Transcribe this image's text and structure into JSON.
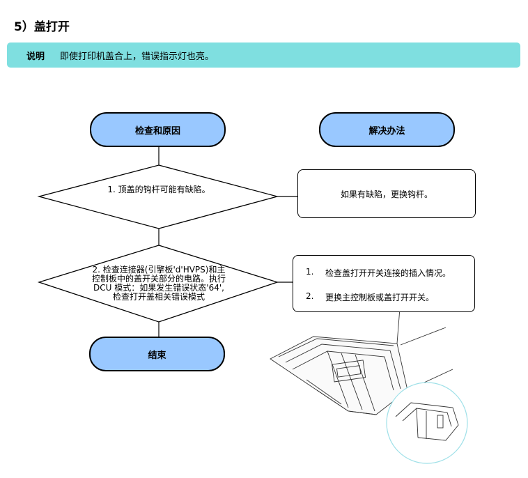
{
  "section_heading": "5）盖打开",
  "note": {
    "label": "说明",
    "text": "即使打印机盖合上，错误指示灯也亮。"
  },
  "flow": {
    "check_header": "检查和原因",
    "solution_header": "解决办法",
    "end_label": "结束",
    "step1_check": "1.  顶盖的钩杆可能有缺陷。",
    "step1_solution": "如果有缺陷，更换钩杆。",
    "step2_check_lines": [
      "2.  检查连接器(引擎板'd'HVPS)和主",
      "控制板中的盖开关部分的电路。执行",
      "DCU 模式：如果发生错误状态'64',",
      "检查打开盖相关错误模式"
    ],
    "step2_solutions": [
      {
        "num": "1.",
        "text": "检查盖打开开关连接的插入情况。"
      },
      {
        "num": "2.",
        "text": "更换主控制板或盖打开开关。"
      }
    ]
  }
}
